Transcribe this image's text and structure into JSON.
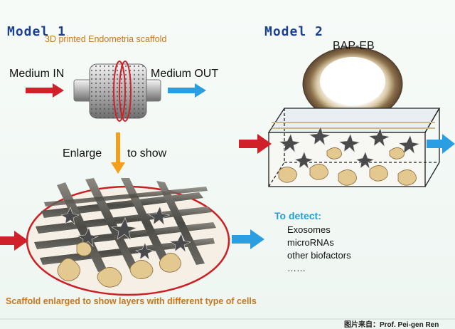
{
  "model1": {
    "title": "Model 1",
    "subtitle": "3D printed Endometria scaffold",
    "medium_in": "Medium IN",
    "medium_out": "Medium OUT",
    "enlarge_left": "Enlarge",
    "enlarge_right": "to show",
    "bottom_caption": "Scaffold enlarged to show layers with different type of cells"
  },
  "model2": {
    "title": "Model 2",
    "label": "BAP-EB"
  },
  "detect": {
    "heading": "To detect:",
    "items": [
      "Exosomes",
      "microRNAs",
      "other biofactors",
      "……"
    ]
  },
  "credit": "图片来自：Prof. Pei-gen Ren",
  "colors": {
    "title_blue": "#1c3f8f",
    "orange": "#c8781a",
    "red_arrow": "#d0202a",
    "blue_arrow": "#2a9ee0",
    "rod": "#5c5a55",
    "cell_tan": "#e3c890"
  }
}
